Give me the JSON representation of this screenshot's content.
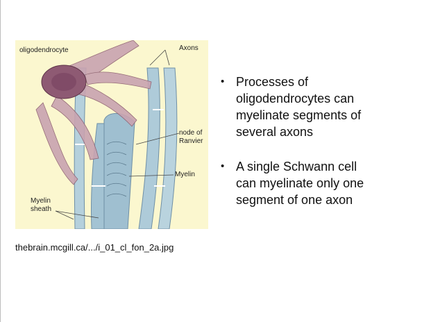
{
  "figure": {
    "labels": {
      "oligodendrocyte": "oligodendrocyte",
      "axons": "Axons",
      "node_line1": "node of",
      "node_line2": "Ranvier",
      "myelin": "Myelin",
      "sheath_line1": "Myelin",
      "sheath_line2": "sheath"
    }
  },
  "caption": "thebrain.mcgill.ca/.../i_01_cl_fon_2a.jpg",
  "bullets": [
    {
      "line1": "Processes of",
      "line2": "oligodendrocytes can",
      "line3": "myelinate segments of",
      "line4": "several axons"
    },
    {
      "line1": "A single Schwann cell",
      "line2": "can myelinate only one",
      "line3": "segment of one axon"
    }
  ],
  "bullet_symbol": "•"
}
